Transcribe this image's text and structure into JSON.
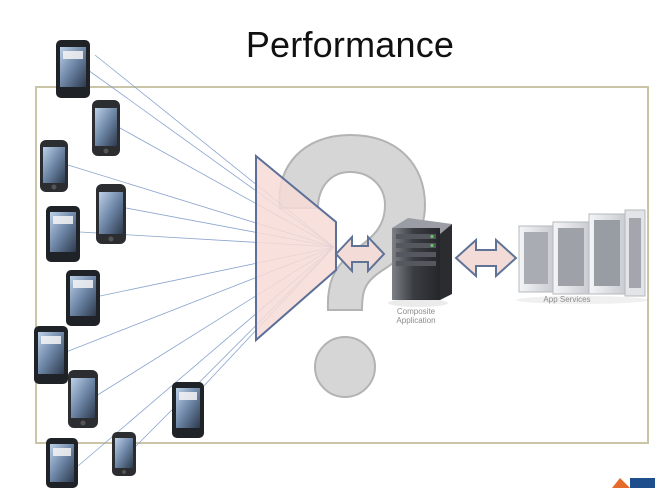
{
  "slide": {
    "title": "Performance"
  },
  "labels": {
    "composite_line1": "Composite",
    "composite_line2": "Application",
    "app_services": "App Services"
  },
  "colors": {
    "frame": "#c9c5a6",
    "question_mark": "#d6d6d6",
    "funnel_fill": "#f7dcd6",
    "funnel_stroke": "#5c6f9a",
    "arrow_fill": "#f3dcd8",
    "arrow_stroke": "#5f7396",
    "ray": "#8aa4cf"
  }
}
